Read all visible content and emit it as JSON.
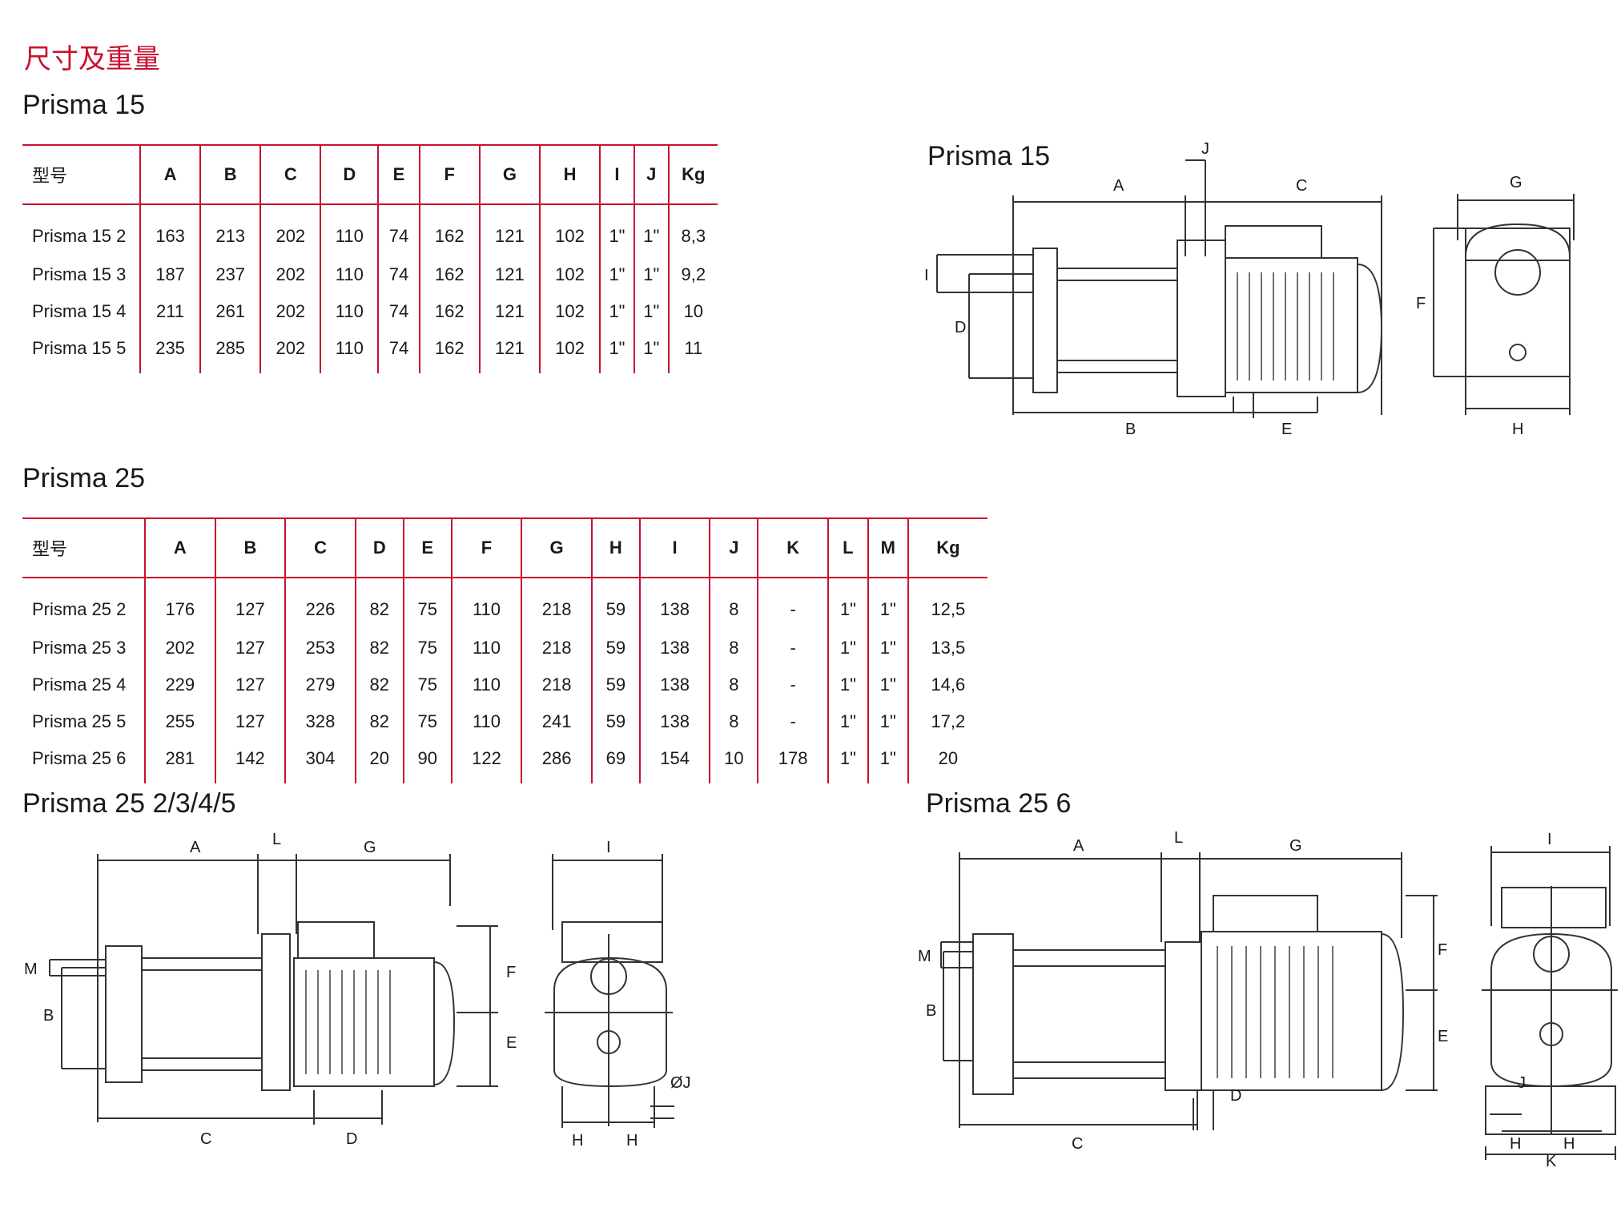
{
  "page_heading": "尺寸及重量",
  "prisma15": {
    "title": "Prisma 15",
    "headers": [
      "型号",
      "A",
      "B",
      "C",
      "D",
      "E",
      "F",
      "G",
      "H",
      "I",
      "J",
      "Kg"
    ],
    "rows": [
      [
        "Prisma 15 2",
        "163",
        "213",
        "202",
        "110",
        "74",
        "162",
        "121",
        "102",
        "1\"",
        "1\"",
        "8,3"
      ],
      [
        "Prisma 15 3",
        "187",
        "237",
        "202",
        "110",
        "74",
        "162",
        "121",
        "102",
        "1\"",
        "1\"",
        "9,2"
      ],
      [
        "Prisma 15 4",
        "211",
        "261",
        "202",
        "110",
        "74",
        "162",
        "121",
        "102",
        "1\"",
        "1\"",
        "10"
      ],
      [
        "Prisma 15 5",
        "235",
        "285",
        "202",
        "110",
        "74",
        "162",
        "121",
        "102",
        "1\"",
        "1\"",
        "11"
      ]
    ]
  },
  "prisma25": {
    "title": "Prisma 25",
    "headers": [
      "型号",
      "A",
      "B",
      "C",
      "D",
      "E",
      "F",
      "G",
      "H",
      "I",
      "J",
      "K",
      "L",
      "M",
      "Kg"
    ],
    "rows": [
      [
        "Prisma 25 2",
        "176",
        "127",
        "226",
        "82",
        "75",
        "110",
        "218",
        "59",
        "138",
        "8",
        "-",
        "1\"",
        "1\"",
        "12,5"
      ],
      [
        "Prisma 25 3",
        "202",
        "127",
        "253",
        "82",
        "75",
        "110",
        "218",
        "59",
        "138",
        "8",
        "-",
        "1\"",
        "1\"",
        "13,5"
      ],
      [
        "Prisma 25 4",
        "229",
        "127",
        "279",
        "82",
        "75",
        "110",
        "218",
        "59",
        "138",
        "8",
        "-",
        "1\"",
        "1\"",
        "14,6"
      ],
      [
        "Prisma 25 5",
        "255",
        "127",
        "328",
        "82",
        "75",
        "110",
        "241",
        "59",
        "138",
        "8",
        "-",
        "1\"",
        "1\"",
        "17,2"
      ],
      [
        "Prisma 25 6",
        "281",
        "142",
        "304",
        "20",
        "90",
        "122",
        "286",
        "69",
        "154",
        "10",
        "178",
        "1\"",
        "1\"",
        "20"
      ]
    ]
  },
  "drawings": {
    "p15": {
      "title": "Prisma 15",
      "labels": {
        "A": "A",
        "B": "B",
        "C": "C",
        "D": "D",
        "E": "E",
        "F": "F",
        "G": "G",
        "H": "H",
        "I": "I",
        "J": "J"
      }
    },
    "p25a": {
      "title": "Prisma 25 2/3/4/5",
      "labels": {
        "A": "A",
        "B": "B",
        "C": "C",
        "D": "D",
        "E": "E",
        "F": "F",
        "G": "G",
        "H1": "H",
        "H2": "H",
        "I": "I",
        "J": "ØJ",
        "L": "L",
        "M": "M"
      }
    },
    "p25b": {
      "title": "Prisma 25 6",
      "labels": {
        "A": "A",
        "B": "B",
        "C": "C",
        "D": "D",
        "E": "E",
        "F": "F",
        "G": "G",
        "H1": "H",
        "H2": "H",
        "I": "I",
        "J": "J",
        "K": "K",
        "L": "L",
        "M": "M"
      }
    }
  },
  "colors": {
    "accent": "#c8102e",
    "text": "#1a1a1a",
    "line": "#333333"
  }
}
